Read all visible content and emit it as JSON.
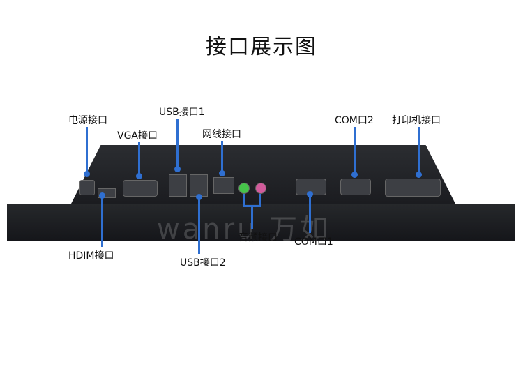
{
  "title": "接口展示图",
  "labels": {
    "power": "电源接口",
    "vga": "VGA接口",
    "usb1": "USB接口1",
    "network": "网线接口",
    "com2": "COM口2",
    "printer": "打印机接口",
    "hdmi": "HDIM接口",
    "usb2": "USB接口2",
    "audio": "音频接口",
    "com1": "COM口1"
  },
  "watermark": "wanru 万如",
  "colors": {
    "accent": "#2f6fd1"
  }
}
